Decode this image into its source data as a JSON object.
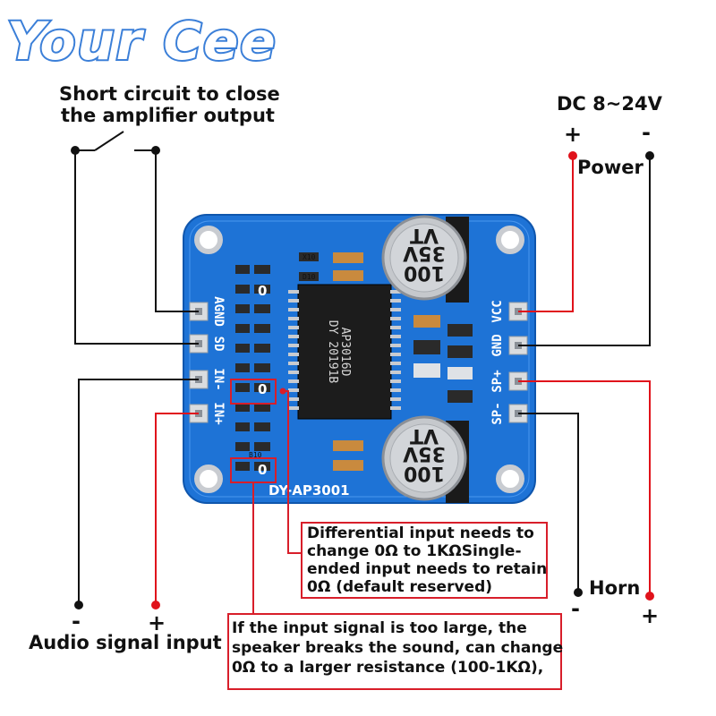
{
  "brand": "Your Cee",
  "labels": {
    "short_circuit_line1": "Short circuit to close",
    "short_circuit_line2": "the amplifier output",
    "dc_range": "DC 8~24V",
    "power": "Power",
    "horn": "Horn",
    "audio_input": "Audio signal input"
  },
  "signs": {
    "plus": "+",
    "minus": "-"
  },
  "board": {
    "name": "DY-AP3001",
    "left_pins": [
      "AGND",
      "SD",
      "IN-",
      "IN+"
    ],
    "right_pins": [
      "VCC",
      "GND",
      "SP+",
      "SP-"
    ],
    "chip_line1": "AP3016D",
    "chip_line2": "DY 20191B",
    "cap_line1": "100",
    "cap_line2": "35V",
    "cap_line3": "VT",
    "resistor_mark": "0",
    "smd_x10": "X10",
    "smd_d10": "D10",
    "smd_b10": "B10"
  },
  "notes": {
    "differential": [
      "Differential input needs to",
      "change 0Ω to 1KΩSingle-",
      "ended input needs to retain",
      "0Ω (default reserved)"
    ],
    "signal": [
      "If the input signal is too large, the",
      "speaker breaks the sound, can change",
      "0Ω to a larger resistance (100-1KΩ),"
    ]
  },
  "colors": {
    "brand_stroke": "#3b7fd8",
    "pcb": "#1e73d6",
    "wire": "#111111",
    "positive": "#e0121b",
    "annotation": "#d81e2a"
  }
}
